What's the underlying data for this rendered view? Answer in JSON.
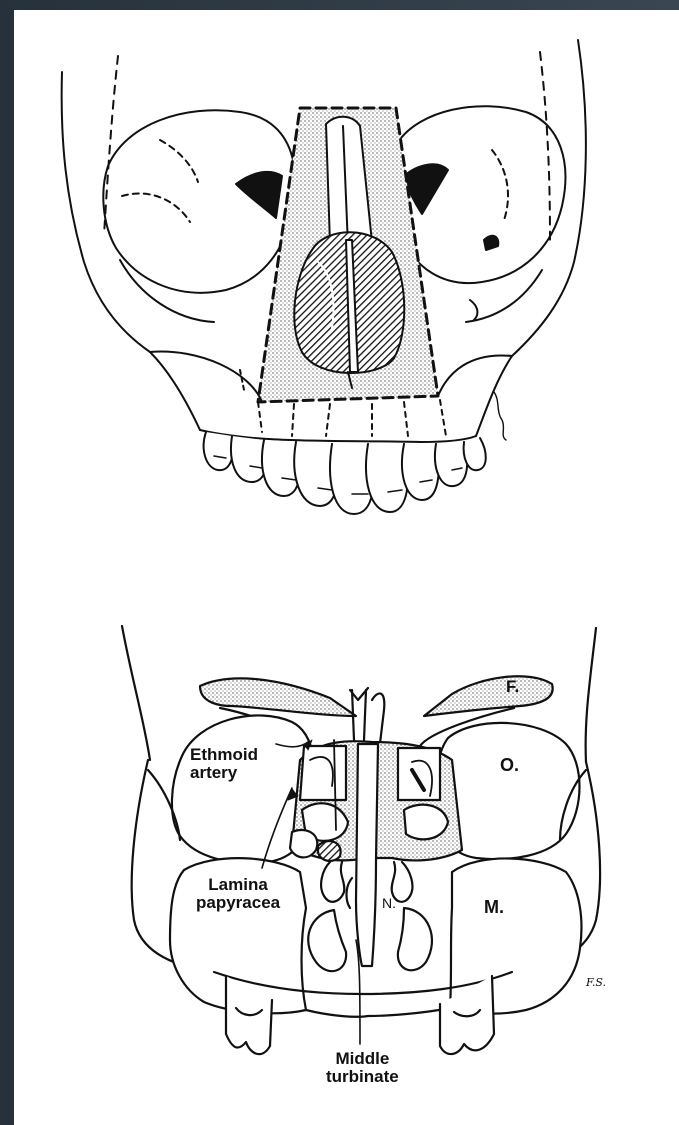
{
  "colors": {
    "frame": "#2b3540",
    "paper": "#ffffff",
    "ink": "#111111",
    "stipple": "#9a9a9a"
  },
  "labels": {
    "ethmoid_artery": [
      "Ethmoid",
      "artery"
    ],
    "lamina_papyracea": [
      "Lamina",
      "papyracea"
    ],
    "middle_turbinate": [
      "Middle",
      "turbinate"
    ],
    "frontal_sinus": "F.",
    "orbit": "O.",
    "maxillary_sinus": "M.",
    "nasal_cavity": "N."
  },
  "signature": "F.S."
}
